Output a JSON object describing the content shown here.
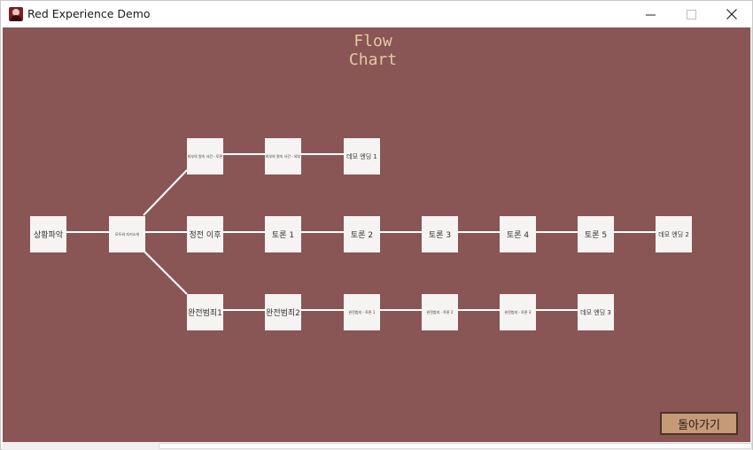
{
  "window": {
    "title": "Red Experience Demo",
    "icon": "app-icon"
  },
  "colors": {
    "canvas_bg": "#8a5555",
    "node_bg": "#f6f3f3",
    "edge": "#ffffff",
    "title_text": "#e2c8a8",
    "back_button_bg": "#c49a77"
  },
  "flowchart": {
    "title_line1": "Flow",
    "title_line2": "Chart",
    "nodes": [
      {
        "id": "situation",
        "label": "상황파악"
      },
      {
        "id": "know",
        "label": "모두와 자기소개"
      },
      {
        "id": "eerie1",
        "label": "외부의 원숙 사건 - 토론"
      },
      {
        "id": "eerie2",
        "label": "외부의 원숙 사건 - 외부"
      },
      {
        "id": "demo_end1",
        "label": "데모 엔딩 1"
      },
      {
        "id": "before_power",
        "label": "정전 이후"
      },
      {
        "id": "debate1",
        "label": "토론 1"
      },
      {
        "id": "debate2",
        "label": "토론 2"
      },
      {
        "id": "debate3",
        "label": "토론 3"
      },
      {
        "id": "debate4",
        "label": "토론 4"
      },
      {
        "id": "debate5",
        "label": "토론 5"
      },
      {
        "id": "demo_end2",
        "label": "데모 엔딩 2"
      },
      {
        "id": "crime1",
        "label": "완전범죄1"
      },
      {
        "id": "crime2",
        "label": "완전범죄2"
      },
      {
        "id": "crime_d1",
        "label": "완전범죄 - 토론 1"
      },
      {
        "id": "crime_d2",
        "label": "완전범죄 - 토론 2"
      },
      {
        "id": "crime_d3",
        "label": "완전범죄 - 토론 3"
      },
      {
        "id": "demo_end3",
        "label": "데모 엔딩 3"
      }
    ]
  },
  "back_button": {
    "label": "돌아가기"
  }
}
